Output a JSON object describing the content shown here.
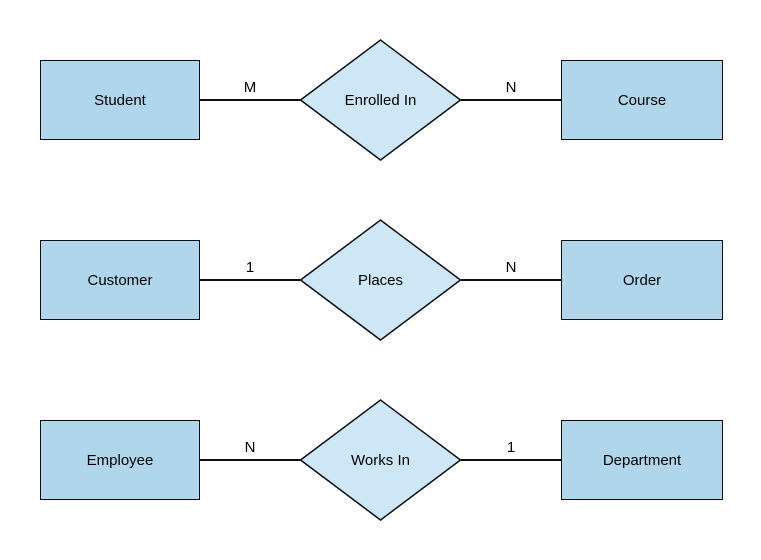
{
  "diagram": {
    "type": "entity-relationship-diagram",
    "background": "#ffffff",
    "entity_fill": "#b0d6ec",
    "relationship_fill": "#cde7f7",
    "stroke_color": "#0d0d0d",
    "text_color": "#000000"
  },
  "rows": [
    {
      "left_entity": "Student",
      "left_cardinality": "M",
      "relationship": "Enrolled In",
      "right_cardinality": "N",
      "right_entity": "Course"
    },
    {
      "left_entity": "Customer",
      "left_cardinality": "1",
      "relationship": "Places",
      "right_cardinality": "N",
      "right_entity": "Order"
    },
    {
      "left_entity": "Employee",
      "left_cardinality": "N",
      "relationship": "Works In",
      "right_cardinality": "1",
      "right_entity": "Department"
    }
  ]
}
